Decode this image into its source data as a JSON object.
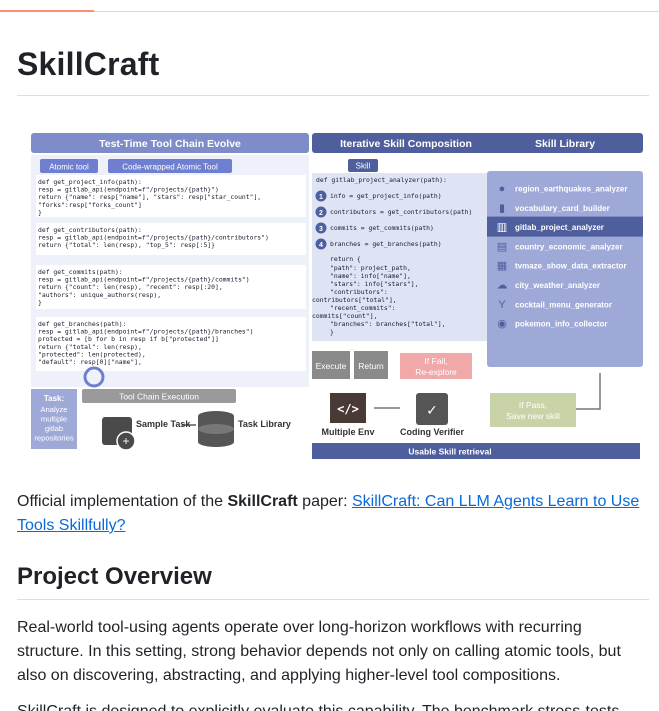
{
  "title": "SkillCraft",
  "figure": {
    "panel_left_title": "Test-Time Tool Chain Evolve",
    "tag_atomic": "Atomic tool",
    "tag_wrapped": "Code-wrapped Atomic Tool",
    "code_block_1": [
      "def get_project_info(path):",
      "    resp = gitlab_api(endpoint=f\"/projects/{path}\")",
      "    return {\"name\": resp[\"name\"], \"stars\": resp[\"star_count\"],",
      "            \"forks\":resp[\"forks_count\"]",
      "    }"
    ],
    "code_block_2": [
      "def get_contributors(path):",
      "    resp = gitlab_api(endpoint=f\"/projects/{path}/contributors\")",
      "    return {\"total\": len(resp), \"top_5\": resp[:5]}"
    ],
    "code_block_3": [
      "def get_commits(path):",
      "    resp = gitlab_api(endpoint=f\"/projects/{path}/commits\")",
      "    return {\"count\": len(resp), \"recent\": resp[:20],",
      "        \"authors\": unique_authors(resp),",
      "    }"
    ],
    "code_block_4": [
      "def get_branches(path):",
      "    resp = gitlab_api(endpoint=f\"/projects/{path}/branches\")",
      "    protected = [b for b in resp if b[\"protected\"]]",
      "    return {\"total\": len(resp),",
      "            \"protected\": len(protected),",
      "            \"default\": resp[0][\"name\"],"
    ],
    "task_title": "Task:",
    "task_text": [
      "Analyze",
      "multiple",
      "gitlab",
      "repositories"
    ],
    "chain_exec": "Tool Chain Execution",
    "sample_task": "Sample Task",
    "task_library": "Task Library",
    "panel_mid_title": "Iterative Skill Composition",
    "skill_tag": "Skill",
    "skill_code": [
      "def gitlab_project_analyzer(path):",
      "info = get_project_info(path)",
      "contributors = get_contributors(path)",
      "commits = get_commits(path)",
      "branches = get_branches(path)",
      "return {",
      "    \"path\": project_path,",
      "    \"name\": info[\"name\"],",
      "    \"stars\": info[\"stars\"],",
      "    \"contributors\":",
      "contributors[\"total\"],",
      "    \"recent_commits\":",
      "commits[\"count\"],",
      "    \"branches\": branches[\"total\"],",
      "}"
    ],
    "step_numbers": [
      "1",
      "2",
      "3",
      "4"
    ],
    "execute": "Execute",
    "return": "Return",
    "if_fail": [
      "If Fail,",
      "Re-explore"
    ],
    "multiple_env": "Multiple Env",
    "coding_verifier": "Coding Verifier",
    "if_pass": [
      "If Pass,",
      "Save new skill"
    ],
    "usable_retrieval": "Usable Skill retrieval",
    "panel_right_title": "Skill Library",
    "skills": [
      {
        "label": "region_earthquakes_analyzer",
        "icon": "globe-icon"
      },
      {
        "label": "vocabulary_card_builder",
        "icon": "book-icon"
      },
      {
        "label": "gitlab_project_analyzer",
        "icon": "chart-icon"
      },
      {
        "label": "country_economic_analyzer",
        "icon": "bars-icon"
      },
      {
        "label": "tvmaze_show_data_extractor",
        "icon": "film-icon"
      },
      {
        "label": "city_weather_analyzer",
        "icon": "cloud-icon"
      },
      {
        "label": "cocktail_menu_generator",
        "icon": "cocktail-icon"
      },
      {
        "label": "pokemon_info_collector",
        "icon": "gamepad-icon"
      }
    ],
    "selected_skill_index": 2
  },
  "intro": {
    "prefix": "Official implementation of the ",
    "bold": "SkillCraft",
    "middle": " paper: ",
    "link": "SkillCraft: Can LLM Agents Learn to Use Tools Skillfully?"
  },
  "overview_heading": "Project Overview",
  "overview_text": "Real-world tool-using agents operate over long-horizon workflows with recurring structure. In this setting, strong behavior depends not only on calling atomic tools, but also on discovering, abstracting, and applying higher-level tool compositions.",
  "overview_text2": "SkillCraft is designed to explicitly evaluate this capability. The benchmark stress-tests",
  "colors": {
    "panel_header": "#4f5f9e",
    "panel_bg": "#dfe4f4",
    "panel_light": "#eef1fa",
    "code_highlight": "#5a67c8",
    "fail": "#f0a8a8",
    "pass": "#c9d3a8",
    "gray": "#8a8a8a",
    "link": "#0969da"
  }
}
